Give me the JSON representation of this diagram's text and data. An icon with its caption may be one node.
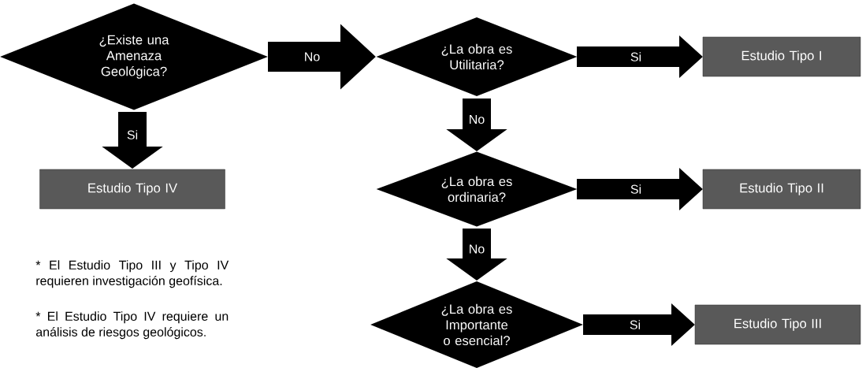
{
  "diagram": {
    "nodes": [
      {
        "text": [
          "¿Existe una Amenaza Geológica?"
        ]
      },
      {
        "text": [
          "¿La obra es Utilitaria?"
        ]
      },
      {
        "text": [
          "Estudio Tipo I"
        ]
      },
      {
        "text": [
          "Estudio Tipo IV"
        ]
      },
      {
        "text": [
          "¿La obra es ordinaria?"
        ]
      },
      {
        "text": [
          "Estudio Tipo II"
        ]
      },
      {
        "text": [
          "¿La obra es Importante o esencial?"
        ]
      },
      {
        "text": [
          "Estudio Tipo III"
        ]
      }
    ],
    "edges": [
      {
        "from": 0,
        "to": 1,
        "arrow": "to",
        "label": "No"
      },
      {
        "from": 1,
        "to": 2,
        "arrow": "to",
        "label": "Si"
      },
      {
        "from": 0,
        "to": 3,
        "arrow": "to",
        "label": "Si"
      },
      {
        "from": 1,
        "to": 4,
        "arrow": "to",
        "label": "No"
      },
      {
        "from": 4,
        "to": 5,
        "arrow": "to",
        "label": "Si"
      },
      {
        "from": 4,
        "to": 6,
        "arrow": "to",
        "label": "No"
      },
      {
        "from": 6,
        "to": 7,
        "arrow": "to",
        "label": "Si"
      }
    ],
    "labels": [
      "* El Estudio Tipo III y Tipo IV requieren investigación geofísica.",
      "* El Estudio Tipo IV requiere un análisis de riesgos geológicos."
    ]
  }
}
